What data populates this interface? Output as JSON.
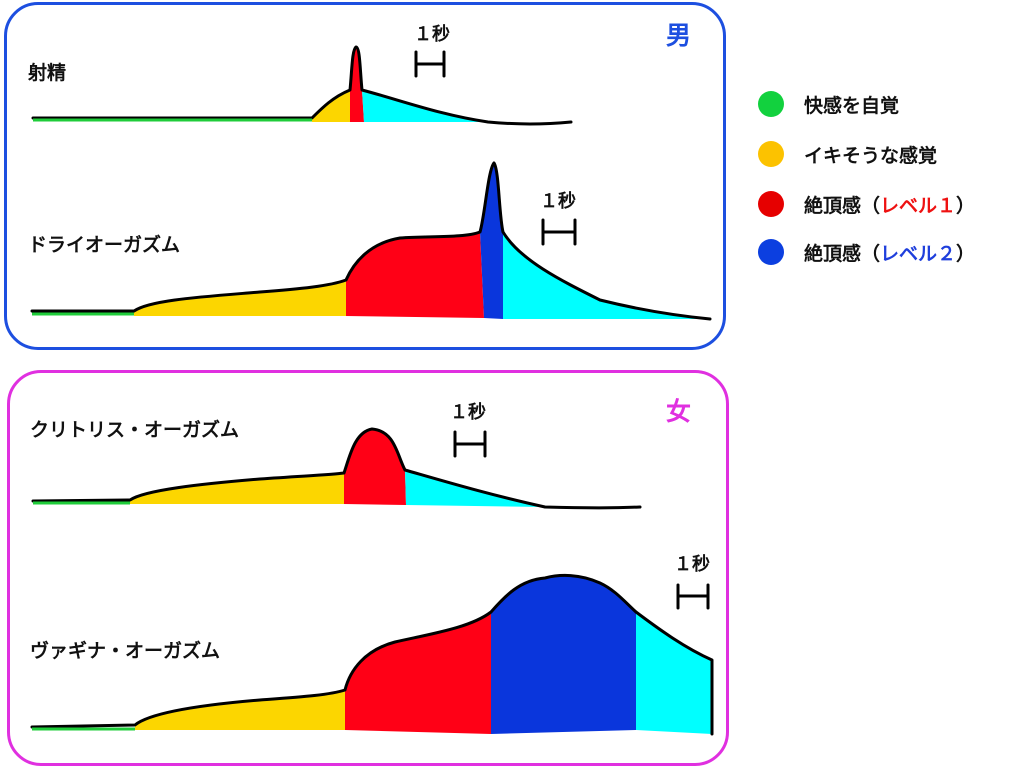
{
  "panels": {
    "male": {
      "title": "男",
      "border_color": "#1d4fe0",
      "rows": [
        {
          "label": "射精",
          "scale": "１秒"
        },
        {
          "label": "ドライオーガズム",
          "scale": "１秒"
        }
      ]
    },
    "female": {
      "title": "女",
      "border_color": "#e030e0",
      "rows": [
        {
          "label": "クリトリス・オーガズム",
          "scale": "１秒"
        },
        {
          "label": "ヴァギナ・オーガズム",
          "scale": "１秒"
        }
      ]
    }
  },
  "legend": [
    {
      "color": "#12d13e",
      "text": "快感を自覚",
      "paren_open": "",
      "highlight": "",
      "paren_close": ""
    },
    {
      "color": "#fcc200",
      "text": "イキそうな感覚",
      "paren_open": "",
      "highlight": "",
      "paren_close": ""
    },
    {
      "color": "#e60000",
      "text": "絶頂感",
      "paren_open": "（",
      "highlight": "レベル１",
      "paren_close": "）"
    },
    {
      "color": "#0c3fe0",
      "text": "絶頂感",
      "paren_open": "（",
      "highlight": "レベル２",
      "paren_close": "）"
    }
  ],
  "colors": {
    "green": "#1fcc3a",
    "yellow": "#fcd600",
    "red": "#ff0016",
    "blue": "#0a36dc",
    "cyan": "#00ffff",
    "outline": "#000000"
  }
}
